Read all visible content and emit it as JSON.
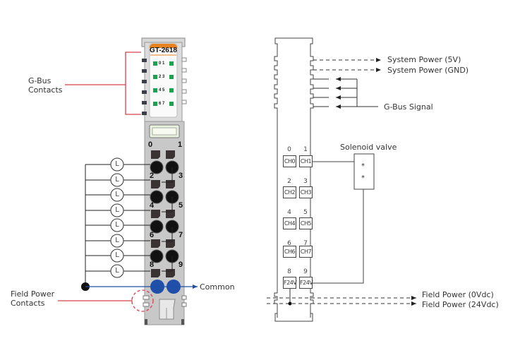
{
  "left_module": {
    "model": "GT-2618",
    "led_pairs": [
      "0 1",
      "2 3",
      "4 5",
      "6 7"
    ],
    "terminal_numbers": [
      "0",
      "1",
      "2",
      "3",
      "4",
      "5",
      "6",
      "7",
      "8",
      "9"
    ],
    "lamp_symbol": "L",
    "lamp_count": 8,
    "colors": {
      "housing": "#c8c8c8",
      "label_accent": "#e8821e",
      "led": "#1aa34a",
      "common_contact": "#1f4fa8",
      "callout": "#d9404e",
      "contact_dark": "#3c3f4a"
    }
  },
  "left_labels": {
    "gbus_contacts": [
      "G-Bus",
      "Contacts"
    ],
    "field_power_contacts": [
      "Field Power",
      "Contacts"
    ],
    "common": "Common"
  },
  "right_schematic": {
    "channels": [
      {
        "num": "0",
        "label": "CH0"
      },
      {
        "num": "1",
        "label": "CH1"
      },
      {
        "num": "2",
        "label": "CH2"
      },
      {
        "num": "3",
        "label": "CH3"
      },
      {
        "num": "4",
        "label": "CH4"
      },
      {
        "num": "5",
        "label": "CH5"
      },
      {
        "num": "6",
        "label": "CH6"
      },
      {
        "num": "7",
        "label": "CH7"
      },
      {
        "num": "8",
        "label": "F24V"
      },
      {
        "num": "9",
        "label": "F24V"
      }
    ],
    "solenoid_label": "Solenoid valve",
    "solenoid_marks": [
      "*",
      "*"
    ],
    "system_power_5v": "System Power (5V)",
    "system_power_gnd": "System Power (GND)",
    "gbus_signal": "G-Bus Signal",
    "field_power_0v": "Field Power (0Vdc)",
    "field_power_24v": "Field Power (24Vdc)"
  }
}
